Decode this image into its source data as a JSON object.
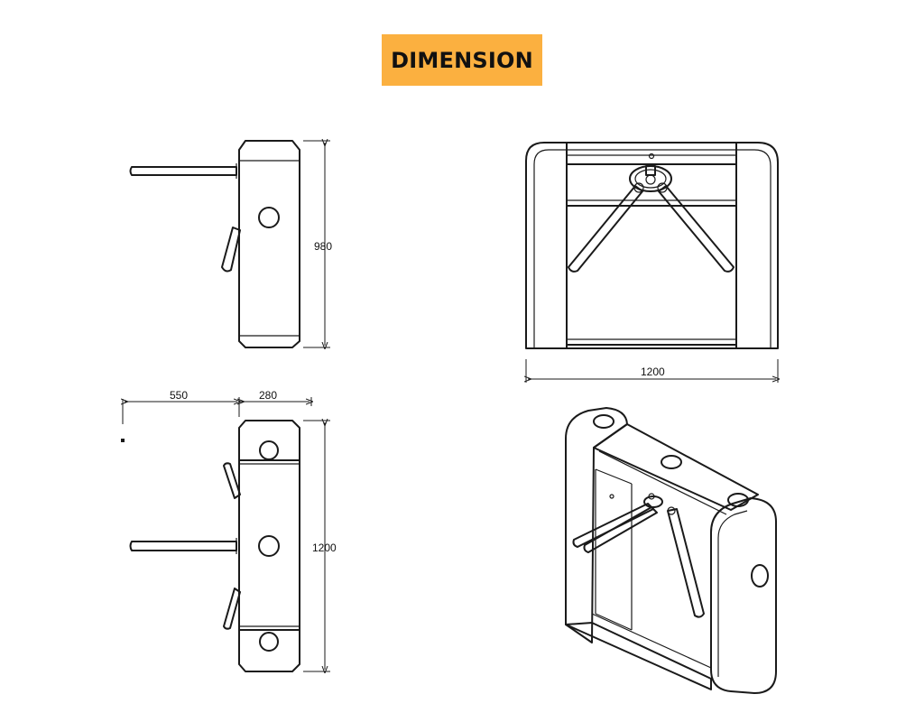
{
  "title": "DIMENSION",
  "colors": {
    "badge": "#FBB040",
    "ink": "#1a1a1a"
  },
  "dimensions": {
    "side_height": "980",
    "front_width": "1200",
    "arm_reach": "550",
    "body_depth": "280",
    "top_length": "1200"
  }
}
